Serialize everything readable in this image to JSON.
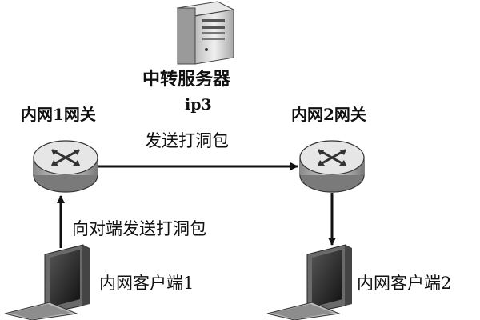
{
  "server": {
    "label": "中转服务器",
    "ip": "ip3",
    "icon": "server-tower-icon"
  },
  "gateways": [
    {
      "label": "内网1网关",
      "icon": "router-icon"
    },
    {
      "label": "内网2网关",
      "icon": "router-icon"
    }
  ],
  "clients": [
    {
      "label": "内网客户端1",
      "icon": "desktop-computer-icon"
    },
    {
      "label": "内网客户端2",
      "icon": "desktop-computer-icon"
    }
  ],
  "edges": {
    "gateway_to_gateway": "发送打洞包",
    "client1_to_gateway1": "向对端发送打洞包"
  },
  "colors": {
    "line": "#111111",
    "device_body": "#cfcfcf",
    "device_dark": "#3a3a3a",
    "background": "#ffffff"
  }
}
